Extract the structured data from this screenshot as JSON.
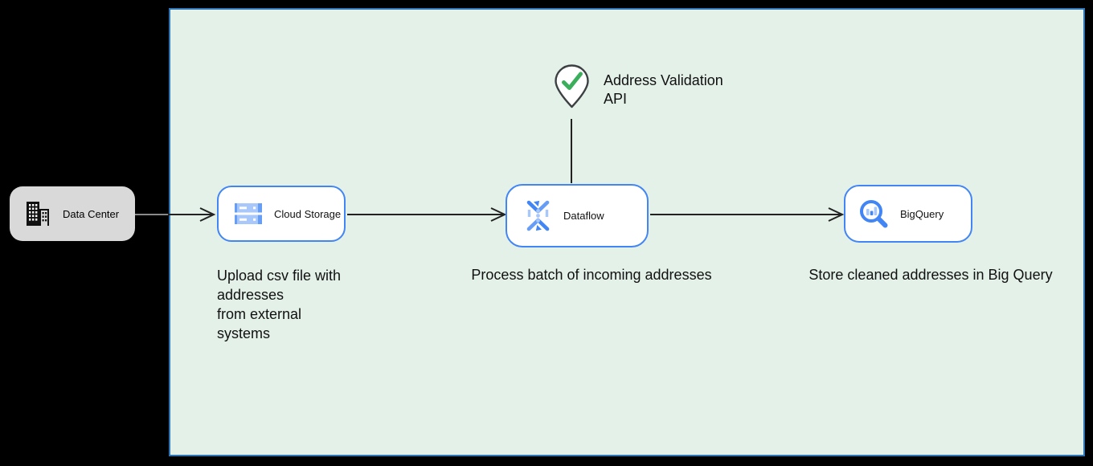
{
  "external_node": {
    "label": "Data Center",
    "icon": "building-icon"
  },
  "nodes": [
    {
      "id": "cloud-storage",
      "label": "Cloud Storage",
      "icon": "cloud-storage-icon",
      "caption": "Upload csv file with\naddresses\nfrom external\nsystems"
    },
    {
      "id": "dataflow",
      "label": "Dataflow",
      "icon": "dataflow-icon",
      "caption": "Process batch of incoming addresses"
    },
    {
      "id": "bigquery",
      "label": "BigQuery",
      "icon": "bigquery-icon",
      "caption": "Store cleaned addresses in Big Query"
    }
  ],
  "annotation": {
    "label": "Address Validation\nAPI",
    "icon": "map-pin-check-icon"
  },
  "flow": [
    "Data Center -> Cloud Storage",
    "Cloud Storage -> Dataflow",
    "Address Validation API - Dataflow",
    "Dataflow -> BigQuery"
  ],
  "colors": {
    "page_bg": "#000000",
    "canvas_bg": "#E4F1E9",
    "canvas_border": "#2E75B6",
    "node_border": "#4285F4",
    "node_bg": "#FFFFFF",
    "external_node_bg": "#D9D9D9",
    "arrow": "#222222",
    "icon_blue": "#4285F4",
    "icon_blue_light": "#A8C7FA",
    "check_green": "#3BAE5C",
    "pin_outline": "#3C4043",
    "text": "#111111"
  }
}
